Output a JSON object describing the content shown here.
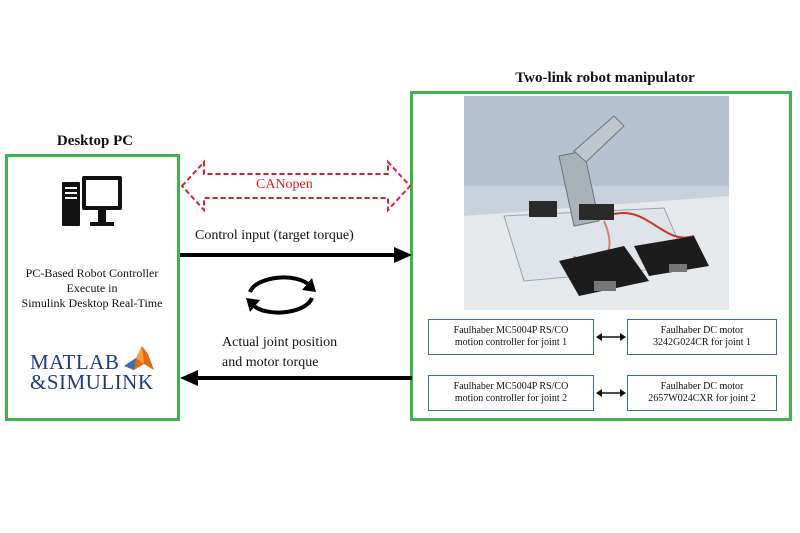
{
  "left_panel": {
    "title": "Desktop PC",
    "controller_line1": "PC-Based Robot Controller",
    "controller_line2": "Execute in",
    "controller_line3": "Simulink Desktop Real-Time",
    "logo_line1": "MATLAB",
    "logo_line2": "&SIMULINK"
  },
  "right_panel": {
    "title": "Two-link robot manipulator",
    "controllers": [
      {
        "line1": "Faulhaber MC5004P RS/CO",
        "line2": "motion controller for joint 1"
      },
      {
        "line1": "Faulhaber MC5004P RS/CO",
        "line2": "motion controller for joint 2"
      }
    ],
    "motors": [
      {
        "line1": "Faulhaber DC motor",
        "line2": "3242G024CR for joint 1"
      },
      {
        "line1": "Faulhaber DC motor",
        "line2": "2657W024CXR for joint 2"
      }
    ]
  },
  "links": {
    "bus_label": "CANopen",
    "forward_label": "Control input (target torque)",
    "feedback_line1": "Actual joint position",
    "feedback_line2": "and motor torque"
  },
  "colors": {
    "frame": "#3cb44b",
    "bus": "#e02020",
    "component_border": "#2e6bc4"
  }
}
